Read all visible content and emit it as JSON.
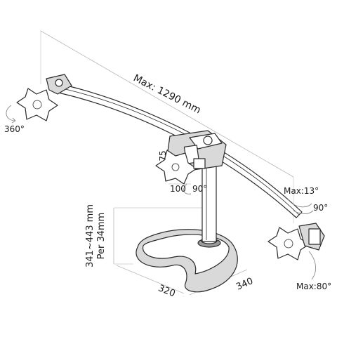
{
  "labels": {
    "arm_length": "Max: 1290 mm",
    "left_rotation": "360°",
    "vesa_height": "75",
    "vesa_width": "100",
    "center_rotation": "90°",
    "right_tilt": "Max:13°",
    "right_rotation": "90°",
    "right_swivel": "Max:80°",
    "height_range": "341~443 mm",
    "height_step": "Per 34mm",
    "base_width": "320",
    "base_depth": "340"
  },
  "colors": {
    "line": "#2b2b2b",
    "dimension": "#b8b8b8",
    "text": "#1a1a1a",
    "shade": "#9a9a9a"
  }
}
